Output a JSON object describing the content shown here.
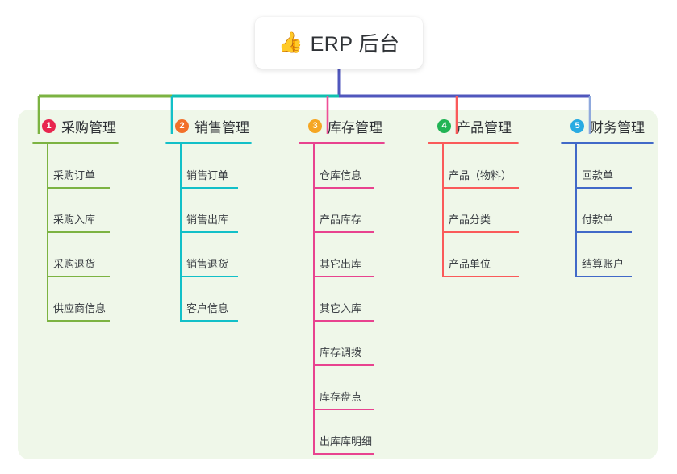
{
  "diagram": {
    "type": "mind-map",
    "background_color": "#ffffff",
    "panel_color": "#eff7e9"
  },
  "root": {
    "icon": "thumbs-up-icon",
    "emoji": "👍",
    "title": "ERP 后台",
    "stem_color": "#5057bd"
  },
  "bus": {
    "left_segment_color": "#7cb342",
    "mid_segment_color": "#11bfb0",
    "right_segment_color": "#5057bd"
  },
  "branches": [
    {
      "number": "1",
      "title": "采购管理",
      "badge_color": "#e8264f",
      "line_color": "#7cb342",
      "drop_color": "#7cb342",
      "items": [
        "采购订单",
        "采购入库",
        "采购退货",
        "供应商信息"
      ]
    },
    {
      "number": "2",
      "title": "销售管理",
      "badge_color": "#f2702a",
      "line_color": "#12c0c8",
      "drop_color": "#12c0c8",
      "items": [
        "销售订单",
        "销售出库",
        "销售退货",
        "客户信息"
      ]
    },
    {
      "number": "3",
      "title": "库存管理",
      "badge_color": "#f5a623",
      "line_color": "#e8438f",
      "drop_color": "#ef4f96",
      "items": [
        "仓库信息",
        "产品库存",
        "其它出库",
        "其它入库",
        "库存调拨",
        "库存盘点",
        "出库库明细"
      ]
    },
    {
      "number": "4",
      "title": "产品管理",
      "badge_color": "#22b455",
      "line_color": "#fa5a5a",
      "drop_color": "#fa5a5a",
      "items": [
        "产品（物料）",
        "产品分类",
        "产品单位"
      ]
    },
    {
      "number": "5",
      "title": "财务管理",
      "badge_color": "#29abe2",
      "line_color": "#4169c8",
      "drop_color": "#8fa9dd",
      "items": [
        "回款单",
        "付款单",
        "结算账户"
      ]
    }
  ],
  "layout": {
    "column_x": [
      40,
      205,
      370,
      530,
      695
    ],
    "column_rule_width": [
      107,
      107,
      107,
      113,
      115
    ],
    "leaf_rule_width": [
      78,
      72,
      75,
      95,
      70
    ]
  }
}
